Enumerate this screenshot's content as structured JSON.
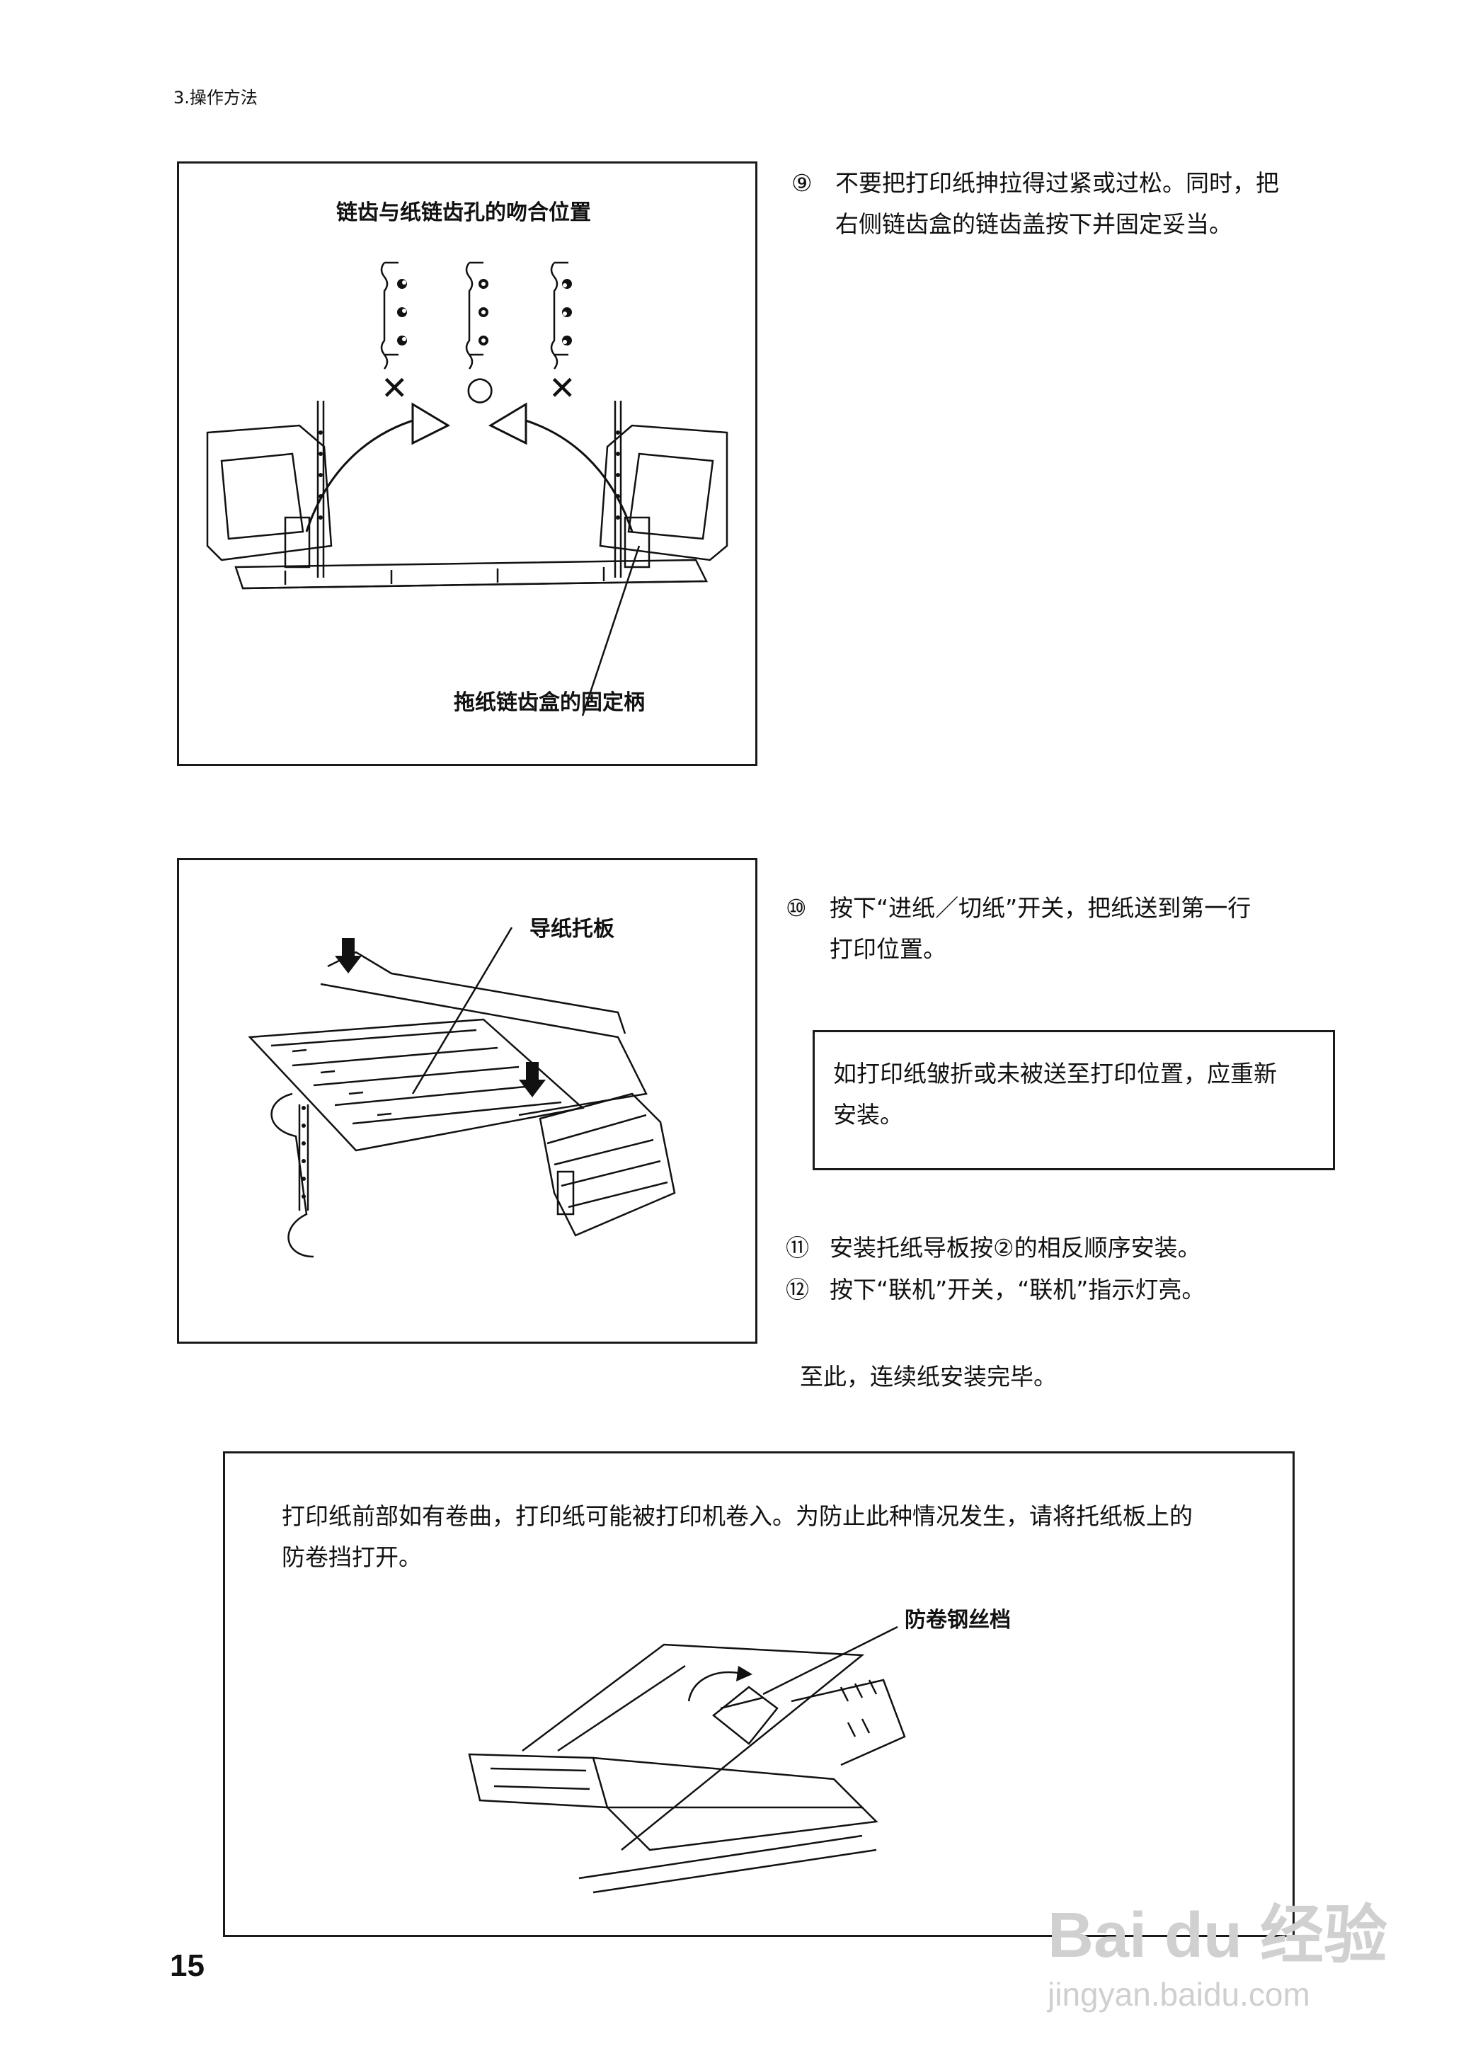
{
  "header": {
    "section": "3.操作方法"
  },
  "figure1": {
    "title": "链齿与纸链齿孔的吻合位置",
    "marks": [
      "✕",
      "○",
      "✕"
    ],
    "callout": "拖纸链齿盒的固定柄"
  },
  "step9": {
    "num": "⑨",
    "lines": [
      "不要把打印纸抻拉得过紧或过松。同时，把",
      "右侧链齿盒的链齿盖按下并固定妥当。"
    ]
  },
  "figure2": {
    "callout": "导纸托板"
  },
  "step10": {
    "num": "⑩",
    "lines": [
      "按下“进纸／切纸”开关，把纸送到第一行",
      "打印位置。"
    ]
  },
  "note1": {
    "lines": [
      "如打印纸皱折或未被送至打印位置，应重新",
      "安装。"
    ]
  },
  "step11": {
    "num": "⑪",
    "text": "安装托纸导板按②的相反顺序安装。"
  },
  "step12": {
    "num": "⑫",
    "text": "按下“联机”开关，“联机”指示灯亮。"
  },
  "conclusion": "至此，连续纸安装完毕。",
  "note2": {
    "lines": [
      "打印纸前部如有卷曲，打印纸可能被打印机卷入。为防止此种情况发生，请将托纸板上的",
      "防卷挡打开。"
    ],
    "callout": "防卷钢丝档"
  },
  "page_number": "15",
  "watermark": {
    "logo": "Bai du 经验",
    "url": "jingyan.baidu.com"
  }
}
